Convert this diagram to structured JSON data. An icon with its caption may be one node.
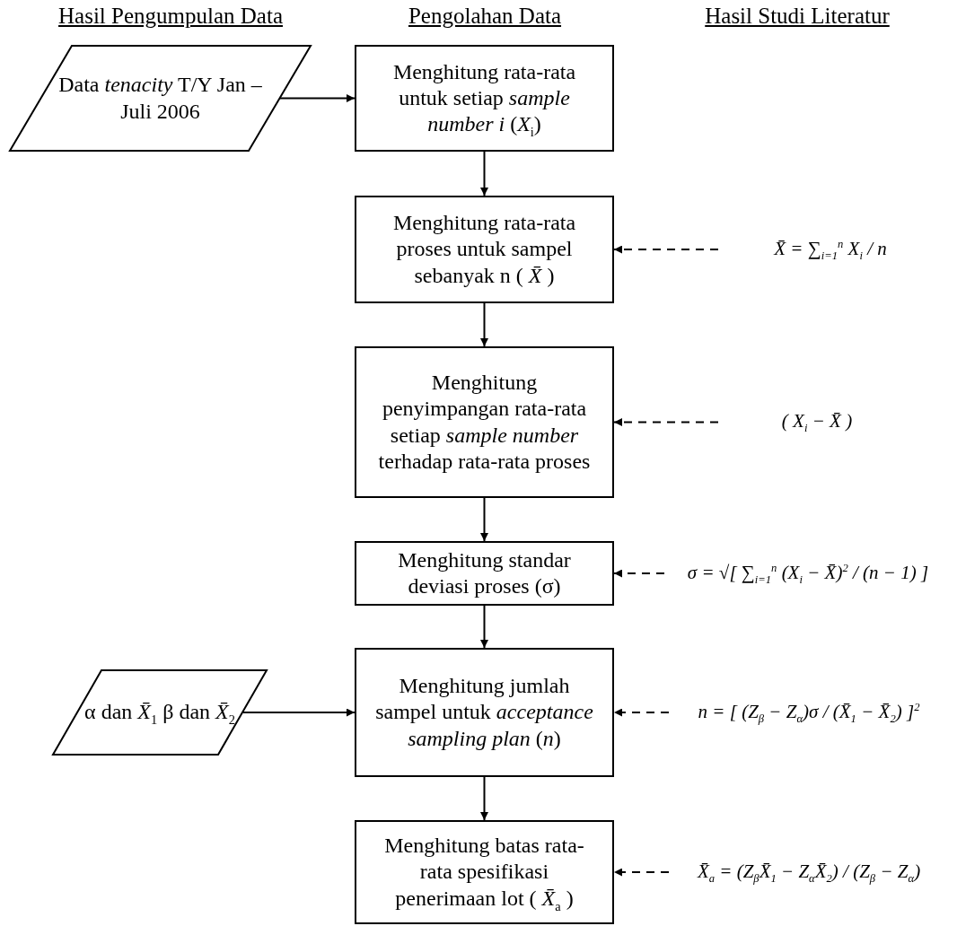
{
  "diagram": {
    "nodes": [
      {
        "text": [
          "Data *tenacity* T/Y Jan – Juli 2006"
        ]
      },
      {
        "text": [
          "Menghitung rata-rata untuk setiap *sample number i* (*X*$_{i}$)"
        ]
      },
      {
        "text": [
          "Menghitung rata-rata proses untuk sampel sebanyak n ( *X̄* )"
        ]
      },
      {
        "text": [
          "X̄ = ∑$_{i=1}$$^{n}$ X$_{i}$ / n"
        ]
      },
      {
        "text": [
          "Menghitung penyimpangan rata-rata setiap *sample number* terhadap rata-rata proses"
        ]
      },
      {
        "text": [
          "( X$_{i}$ − X̄ )"
        ]
      },
      {
        "text": [
          "Menghitung standar deviasi proses (σ)"
        ]
      },
      {
        "text": [
          "σ = √[ ∑$_{i=1}$$^{n}$ (X$_{i}$ − X̄)$^{2}$ / (n − 1) ]"
        ]
      },
      {
        "text": [
          "α dan *X̄*$_{1}$ β dan *X̄*$_{2}$"
        ]
      },
      {
        "text": [
          "Menghitung jumlah sampel untuk *acceptance sampling plan* (*n*)"
        ]
      },
      {
        "text": [
          "n = [ (Z$_{β}$ − Z$_{α}$)σ / (X̄$_{1}$ − X̄$_{2}$) ]$^{2}$"
        ]
      },
      {
        "text": [
          "Menghitung batas rata-rata spesifikasi penerimaan lot ( *X̄*$_{a}$ )"
        ]
      },
      {
        "text": [
          "X̄$_{a}$ = (Z$_{β}$X̄$_{1}$ − Z$_{α}$X̄$_{2}$) / (Z$_{β}$ − Z$_{α}$)"
        ]
      }
    ],
    "edges": [
      {
        "from": 0,
        "to": 1,
        "arrow": "to"
      },
      {
        "from": 1,
        "to": 2,
        "arrow": "to"
      },
      {
        "from": 3,
        "to": 2,
        "arrow": "to",
        "style": "dashed"
      },
      {
        "from": 2,
        "to": 4,
        "arrow": "to"
      },
      {
        "from": 5,
        "to": 4,
        "arrow": "to",
        "style": "dashed"
      },
      {
        "from": 4,
        "to": 6,
        "arrow": "to"
      },
      {
        "from": 7,
        "to": 6,
        "arrow": "to",
        "style": "dashed"
      },
      {
        "from": 6,
        "to": 9,
        "arrow": "to"
      },
      {
        "from": 8,
        "to": 9,
        "arrow": "to"
      },
      {
        "from": 10,
        "to": 9,
        "arrow": "to",
        "style": "dashed"
      },
      {
        "from": 9,
        "to": 11,
        "arrow": "to"
      },
      {
        "from": 12,
        "to": 11,
        "arrow": "to",
        "style": "dashed"
      }
    ],
    "labels": [
      "Hasil Pengumpulan Data",
      "Pengolahan Data",
      "Hasil Studi Literatur"
    ]
  }
}
